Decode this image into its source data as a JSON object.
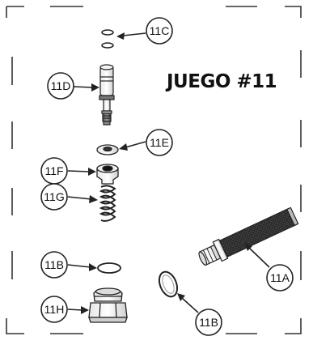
{
  "title": "JUEGO #11",
  "callouts": {
    "c11c": "11C",
    "c11d": "11D",
    "c11e": "11E",
    "c11f": "11F",
    "c11g": "11G",
    "c11b_left": "11B",
    "c11h": "11H",
    "c11a": "11A",
    "c11b_right": "11B"
  }
}
